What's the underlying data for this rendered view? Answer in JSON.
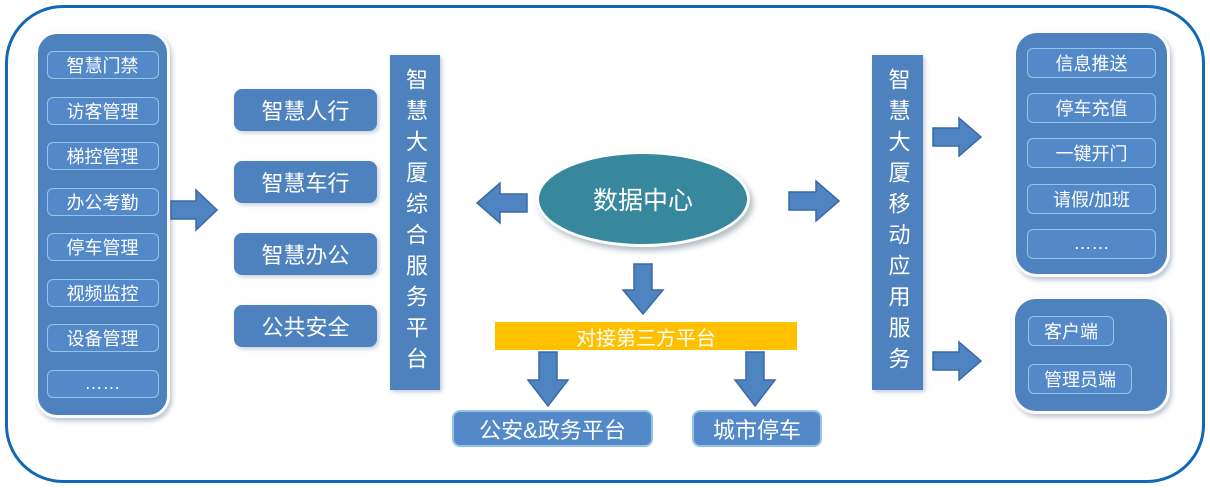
{
  "colors": {
    "frame_border": "#1068B7",
    "panel_fill": "#4E82BE",
    "pill_fill": "#5389C9",
    "pill_border": "#93C4E8",
    "arrow_fill": "#4F84C3",
    "ellipse_teal": "#37879D",
    "third_party_orange": "#FFC000",
    "text": "#FFFFFF"
  },
  "left_panel": {
    "items": [
      "智慧门禁",
      "访客管理",
      "梯控管理",
      "办公考勤",
      "停车管理",
      "视频监控",
      "设备管理",
      "……"
    ]
  },
  "modules": {
    "items": [
      "智慧人行",
      "智慧车行",
      "智慧办公",
      "公共安全"
    ]
  },
  "platform_bars": {
    "left": "智慧大厦综合服务平台",
    "right": "智慧大厦移动应用服务"
  },
  "data_center": {
    "label": "数据中心"
  },
  "third_party": {
    "label": "对接第三方平台",
    "targets": [
      "公安&政务平台",
      "城市停车"
    ]
  },
  "mobile_panel": {
    "items": [
      "信息推送",
      "停车充值",
      "一键开门",
      "请假/加班",
      "……"
    ]
  },
  "client_panel": {
    "items": [
      "客户端",
      "管理员端"
    ]
  }
}
